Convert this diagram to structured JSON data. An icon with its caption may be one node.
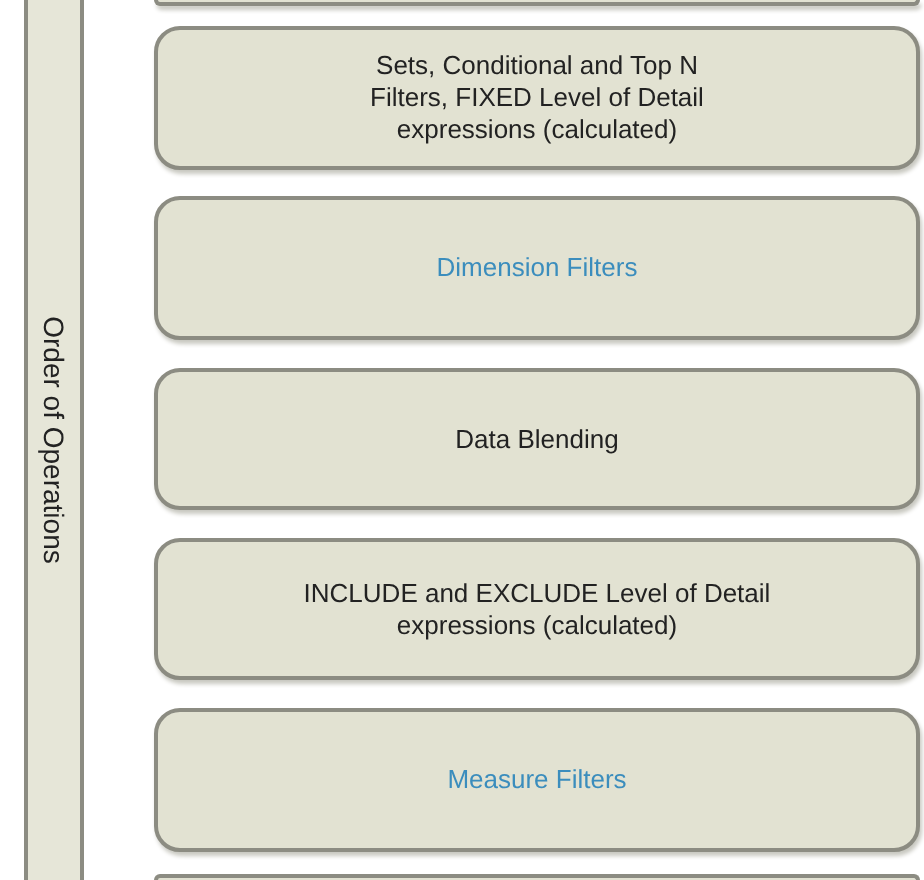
{
  "diagram": {
    "nodes": [
      {
        "text": [
          "Order of Operations"
        ]
      },
      {
        "text": [],
        "shape": "box"
      },
      {
        "text": [
          "Sets, Conditional and Top N Filters, FIXED Level of Detail expressions (calculated)"
        ]
      },
      {
        "text": [
          "Dimension Filters"
        ]
      },
      {
        "text": [
          "Data Blending"
        ]
      },
      {
        "text": [
          "INCLUDE and EXCLUDE Level of Detail expressions (calculated)"
        ]
      },
      {
        "text": [
          "Measure Filters"
        ]
      },
      {
        "text": [],
        "shape": "box"
      }
    ]
  }
}
